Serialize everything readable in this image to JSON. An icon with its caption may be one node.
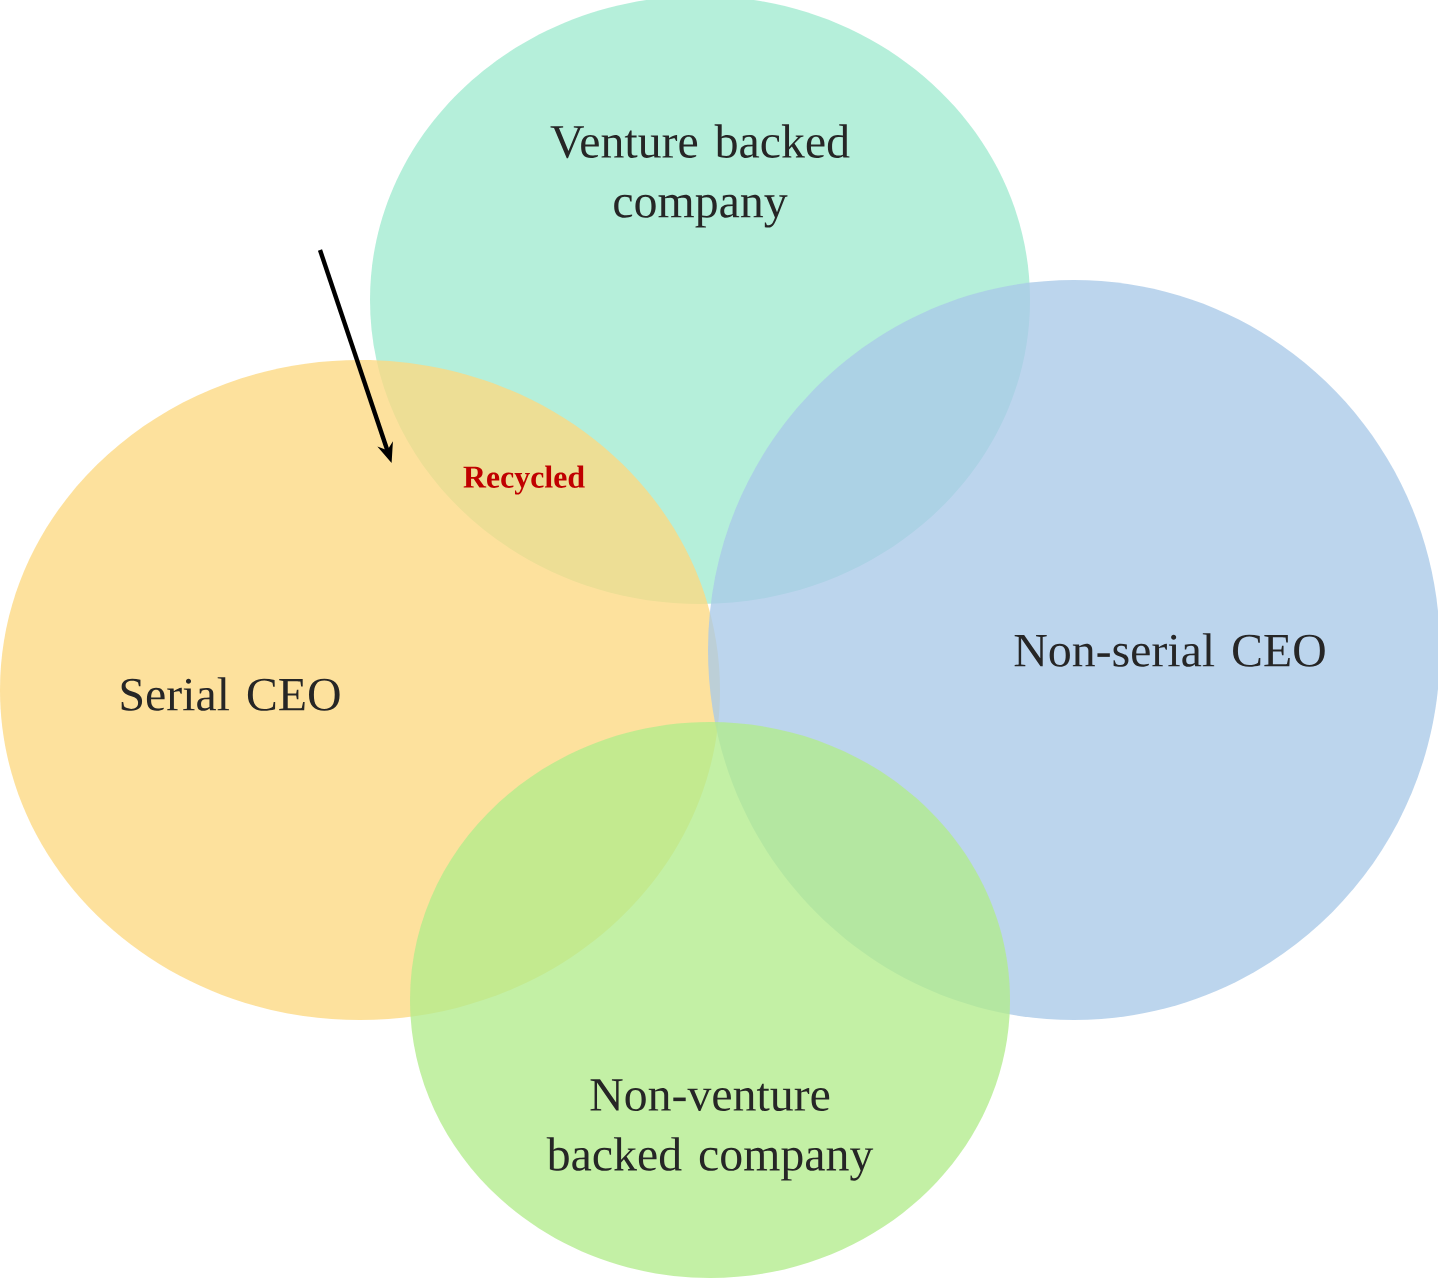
{
  "diagram": {
    "nodes": [
      {
        "text": [
          "Venture backed company"
        ]
      },
      {
        "text": [
          "Serial CEO"
        ]
      },
      {
        "text": [
          "Recycled"
        ]
      },
      {
        "text": [
          "Non-serial CEO"
        ]
      },
      {
        "text": [
          "Non-venture backed company"
        ]
      }
    ],
    "edges": [
      {
        "from": null,
        "to": 2,
        "arrow": "to"
      }
    ]
  }
}
